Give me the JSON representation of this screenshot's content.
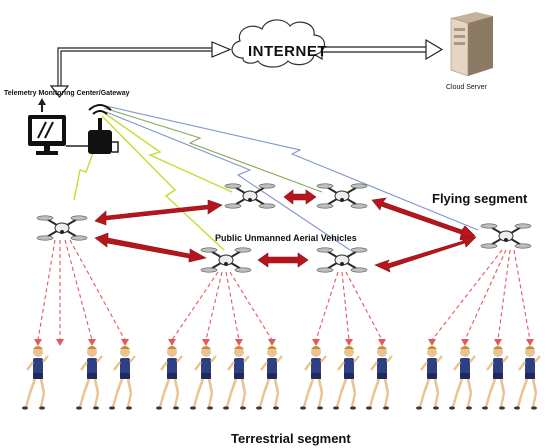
{
  "labels": {
    "internet": "INTERNET",
    "cloud_server": "Cloud Server",
    "telemetry_center": "Telemetry Monitoring Center/Gateway",
    "flying_segment": "Flying segment",
    "uav_label": "Public Unmanned Aerial Vehicles",
    "terrestrial_segment": "Terrestrial segment"
  },
  "colors": {
    "red_link": "#b5161c",
    "wireless_green": "#c6dc35",
    "wireless_blue": "#7f98c8",
    "dashed_link": "#e2585c",
    "runner_shirt": "#2e3f82",
    "runner_skin": "#e9c392"
  },
  "icons": {
    "cloud": "cloud-icon",
    "server": "server-icon",
    "monitor": "monitor-icon",
    "gateway": "wireless-router-icon",
    "drone": "drone-icon",
    "runner": "runner-icon"
  }
}
